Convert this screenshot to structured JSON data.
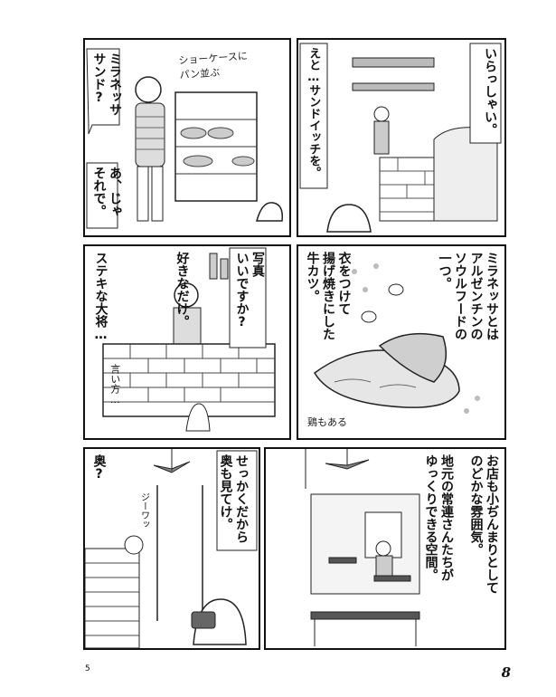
{
  "page": {
    "number": "8",
    "chapter_mark": "5"
  },
  "panels": {
    "p1": {
      "dialogue_a": "ミラネッサ\nサンド?",
      "dialogue_b": "あ、じゃ\nそれで。",
      "note": "ショーケースに\nパン並ぶ"
    },
    "p2": {
      "dialogue_a": "いらっしゃい。",
      "dialogue_b": "えと…サンドイッチを。"
    },
    "p3": {
      "dialogue_a": "写真\nいいですか?",
      "dialogue_b": "好きなだけ。",
      "dialogue_c": "ステキな大将…",
      "sfx": "言い方…"
    },
    "p4": {
      "caption_a": "ミラネッサとは\nアルゼンチンの\nソウルフードの\n一つ。",
      "caption_b": "衣をつけて\n揚げ焼きにした\n牛カツ。",
      "note": "鶏もある"
    },
    "p5": {
      "dialogue_a": "奥?",
      "dialogue_b": "せっかくだから\n奥も見てけ。",
      "sfx": "ジーワッ"
    },
    "p6": {
      "caption_a": "お店も小ぢんまりとして\nのどかな雰囲気。",
      "caption_b": "地元の常連さんたちが\nゆっくりできる空間。"
    }
  }
}
